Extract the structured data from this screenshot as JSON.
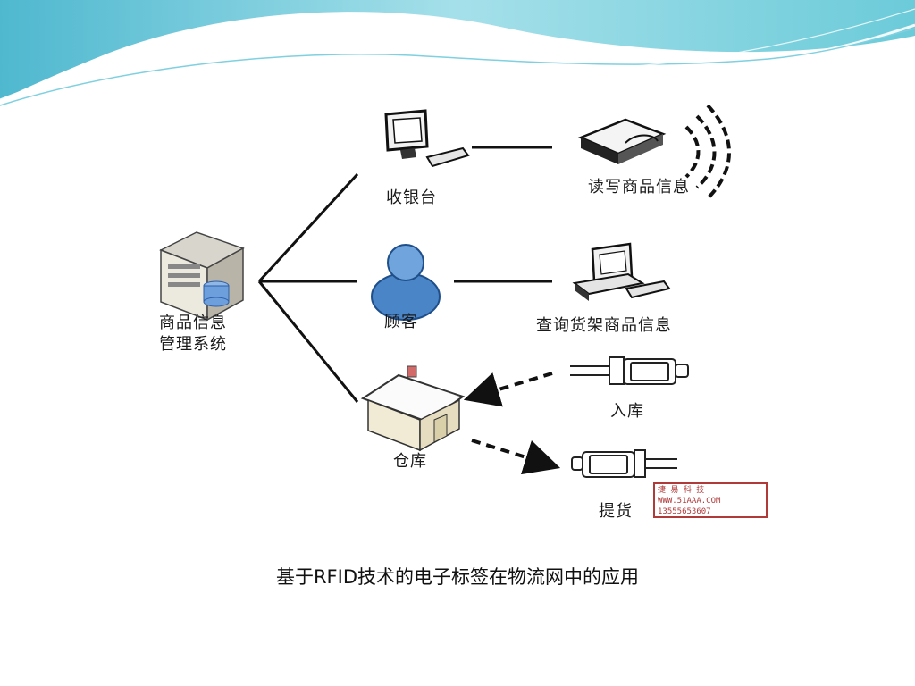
{
  "labels": {
    "mis": [
      "商品信息",
      "管理系统"
    ],
    "cashier": "收银台",
    "rw": "读写商品信息",
    "customer": "顾客",
    "query": "查询货架商品信息",
    "warehouse": "仓库",
    "inbound": "入库",
    "pickup": "提货"
  },
  "stamp": {
    "line1": "捷 易 科 技",
    "line2": "WWW.51AAA.COM",
    "line3": "13555653607"
  },
  "caption": "基于RFID技术的电子标签在物流网中的应用",
  "colors": {
    "banner_dark": "#56c2d6",
    "banner_light": "#bfe9f1",
    "stamp": "#b03a3a"
  }
}
